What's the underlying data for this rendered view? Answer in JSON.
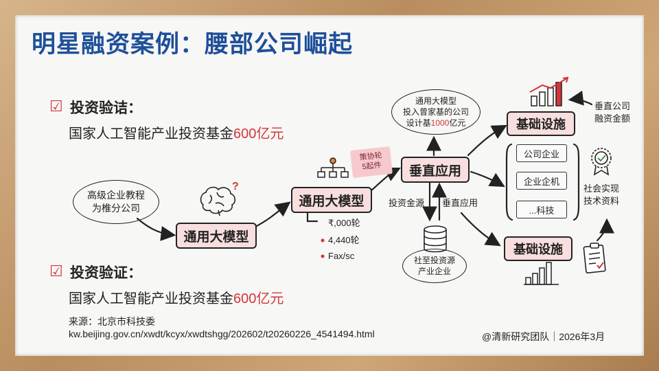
{
  "title": "明星融资案例：腰部公司崛起",
  "section1": {
    "heading": "投资验诘：",
    "line_prefix": "国家人工智能产业投资基金",
    "line_amount": "600亿元"
  },
  "section2": {
    "heading": "投资验证：",
    "line_prefix": "国家人工智能产业投资基金",
    "line_amount": "600亿元"
  },
  "source": {
    "label": "来源：北京市科技委",
    "url": "kw.beijing.gov.cn/xwdt/kcyx/xwdtshgg/202602/t20260226_4541494.html"
  },
  "credit": "@清新研究团队｜2026年3月",
  "diagram": {
    "start_oval_line1": "高级企业教程",
    "start_oval_line2": "为椎分公司",
    "question_mark": "?",
    "box_model_1": "通用大模型",
    "box_model_2": "通用大模型",
    "list_items": [
      "₹,000轮",
      "4,440轮",
      "Fax/sc"
    ],
    "sticky_note_line1": "策协轮",
    "sticky_note_line2": "5起件",
    "box_vertical": "垂直应用",
    "top_oval_line1": "通用大模型",
    "top_oval_line2": "投入曾家基的公司",
    "top_oval_line3_prefix": "设计基",
    "top_oval_line3_amount": "1000",
    "top_oval_line3_suffix": "亿元",
    "label_invest_source": "投资金源",
    "label_vertical_app": "垂直应用",
    "db_oval_line1": "社至投资源",
    "db_oval_line2": "产业企业",
    "box_infra_top": "基础设施",
    "box_infra_bottom": "基础设施",
    "stack_items": [
      "公司企业",
      "企业企机",
      "...科技"
    ],
    "right_label_top_line1": "垂直公司",
    "right_label_top_line2": "融资金额",
    "right_label_mid_line1": "社会实现",
    "right_label_mid_line2": "技术资料"
  },
  "colors": {
    "title_blue": "#1e4f9a",
    "accent_red": "#d2353a",
    "box_pink": "#f8dede",
    "frame_wood": "#c8a57a"
  }
}
